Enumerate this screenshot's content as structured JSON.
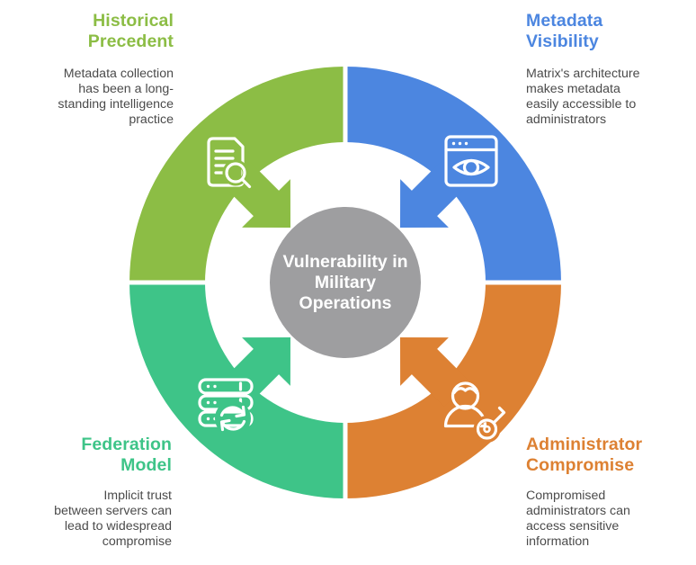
{
  "diagram": {
    "background": "#ffffff",
    "body_text_color": "#4b4b4b",
    "center": {
      "title": "Vulnerability in\nMilitary\nOperations",
      "bg": "#9e9ea0",
      "text_color": "#ffffff"
    },
    "segments": [
      {
        "id": "historical-precedent",
        "position": "top-left",
        "title": "Historical\nPrecedent",
        "description": "Metadata collection\nhas been a long-\nstanding intelligence\npractice",
        "color": "#8CBD45",
        "icon": "document-search-icon"
      },
      {
        "id": "metadata-visibility",
        "position": "top-right",
        "title": "Metadata\nVisibility",
        "description": "Matrix's architecture\nmakes metadata\neasily accessible to\nadministrators",
        "color": "#4C86E0",
        "icon": "window-eye-icon"
      },
      {
        "id": "administrator-compromise",
        "position": "bottom-right",
        "title": "Administrator\nCompromise",
        "description": "Compromised\nadministrators can\naccess sensitive\ninformation",
        "color": "#DD8133",
        "icon": "person-key-icon"
      },
      {
        "id": "federation-model",
        "position": "bottom-left",
        "title": "Federation\nModel",
        "description": "Implicit trust\nbetween servers can\nlead to widespread\ncompromise",
        "color": "#3EC488",
        "icon": "server-sync-icon"
      }
    ]
  }
}
